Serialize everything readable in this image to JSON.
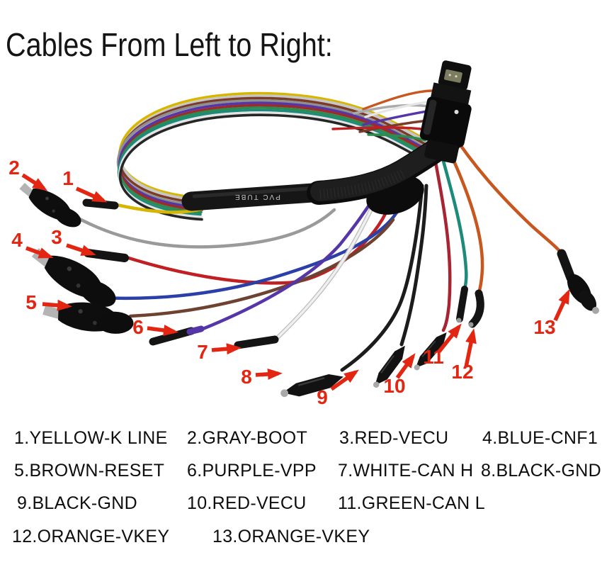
{
  "title": "Cables From Left to Right:",
  "tube_print": "PVC TUBE",
  "colors": {
    "yellow": "#d6b600",
    "gray": "#9a9a9a",
    "red": "#c01f24",
    "blue": "#2b3fa8",
    "brown": "#6d4230",
    "purple": "#5536a8",
    "white": "#f0f0f0",
    "black": "#1c1c1c",
    "wine_red": "#a82432",
    "green": "#1d8a7a",
    "orange": "#c8571f",
    "arrow_red": "#e22612"
  },
  "callouts": [
    {
      "number": "1"
    },
    {
      "number": "2"
    },
    {
      "number": "3"
    },
    {
      "number": "4"
    },
    {
      "number": "5"
    },
    {
      "number": "6"
    },
    {
      "number": "7"
    },
    {
      "number": "8"
    },
    {
      "number": "9"
    },
    {
      "number": "10"
    },
    {
      "number": "11"
    },
    {
      "number": "12"
    },
    {
      "number": "13"
    }
  ],
  "legend": {
    "items": [
      {
        "label": "1.YELLOW-K LINE"
      },
      {
        "label": "2.GRAY-BOOT"
      },
      {
        "label": "3.RED-VECU"
      },
      {
        "label": "4.BLUE-CNF1"
      },
      {
        "label": "5.BROWN-RESET"
      },
      {
        "label": "6.PURPLE-VPP"
      },
      {
        "label": "7.WHITE-CAN H"
      },
      {
        "label": "8.BLACK-GND"
      },
      {
        "label": "9.BLACK-GND"
      },
      {
        "label": "10.RED-VECU"
      },
      {
        "label": "11.GREEN-CAN L"
      },
      {
        "label": "12.ORANGE-VKEY"
      },
      {
        "label": "13.ORANGE-VKEY"
      }
    ]
  }
}
